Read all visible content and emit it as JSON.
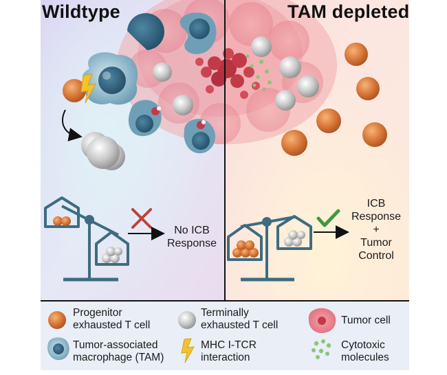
{
  "panels": {
    "left_title": "Wildtype",
    "right_title": "TAM depleted"
  },
  "outcomes": {
    "left_line1": "No ICB",
    "left_line2": "Response",
    "right_line1": "ICB",
    "right_line2": "Response",
    "right_line3": "+",
    "right_line4": "Tumor",
    "right_line5": "Control"
  },
  "legend": {
    "progenitor_line1": "Progenitor",
    "progenitor_line2": "exhausted T cell",
    "terminal_line1": "Terminally",
    "terminal_line2": "exhausted T cell",
    "tumor": "Tumor cell",
    "tam_line1": "Tumor-associated",
    "tam_line2": "macrophage (TAM)",
    "mhc_line1": "MHC I-TCR",
    "mhc_line2": "interaction",
    "cyto_line1": "Cytotoxic",
    "cyto_line2": "molecules"
  },
  "colors": {
    "progenitor": "#d9783a",
    "terminal": "#b9b9b9",
    "tumor": "#e86a78",
    "tam": "#5f8fa8",
    "lightning": "#f2c230",
    "cytotoxic": "#8cc47a",
    "scale": "#3f6b80",
    "cross": "#c0403c",
    "check": "#3f9a3f"
  }
}
